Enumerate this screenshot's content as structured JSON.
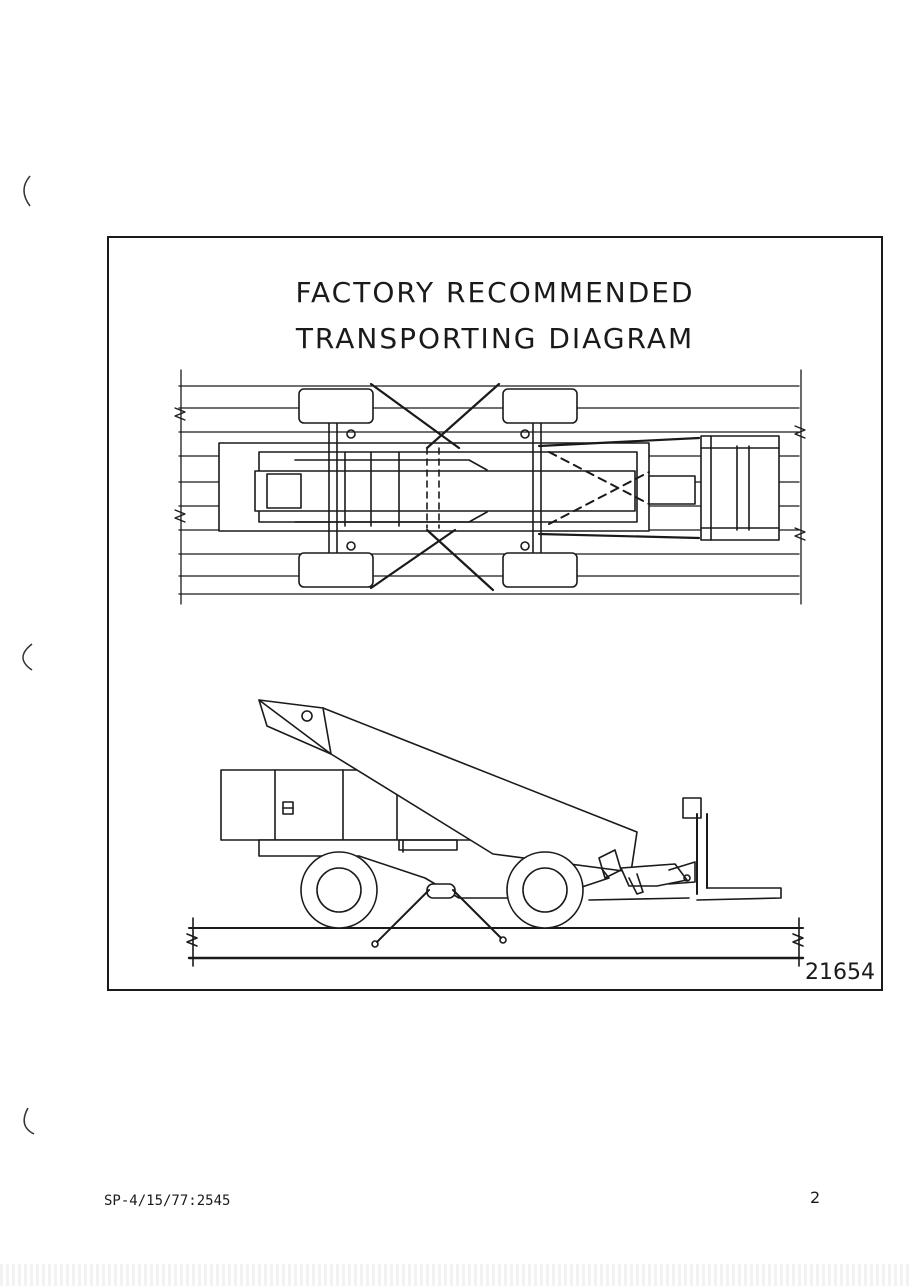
{
  "title_line_1": "FACTORY  RECOMMENDED",
  "title_line_2": "TRANSPORTING  DIAGRAM",
  "drawing_number": "21654",
  "document_code": "SP-4/15/77:2545",
  "page_number": "2",
  "icons": [
    "punch-hole-icon",
    "punch-hole-icon",
    "punch-hole-icon"
  ]
}
